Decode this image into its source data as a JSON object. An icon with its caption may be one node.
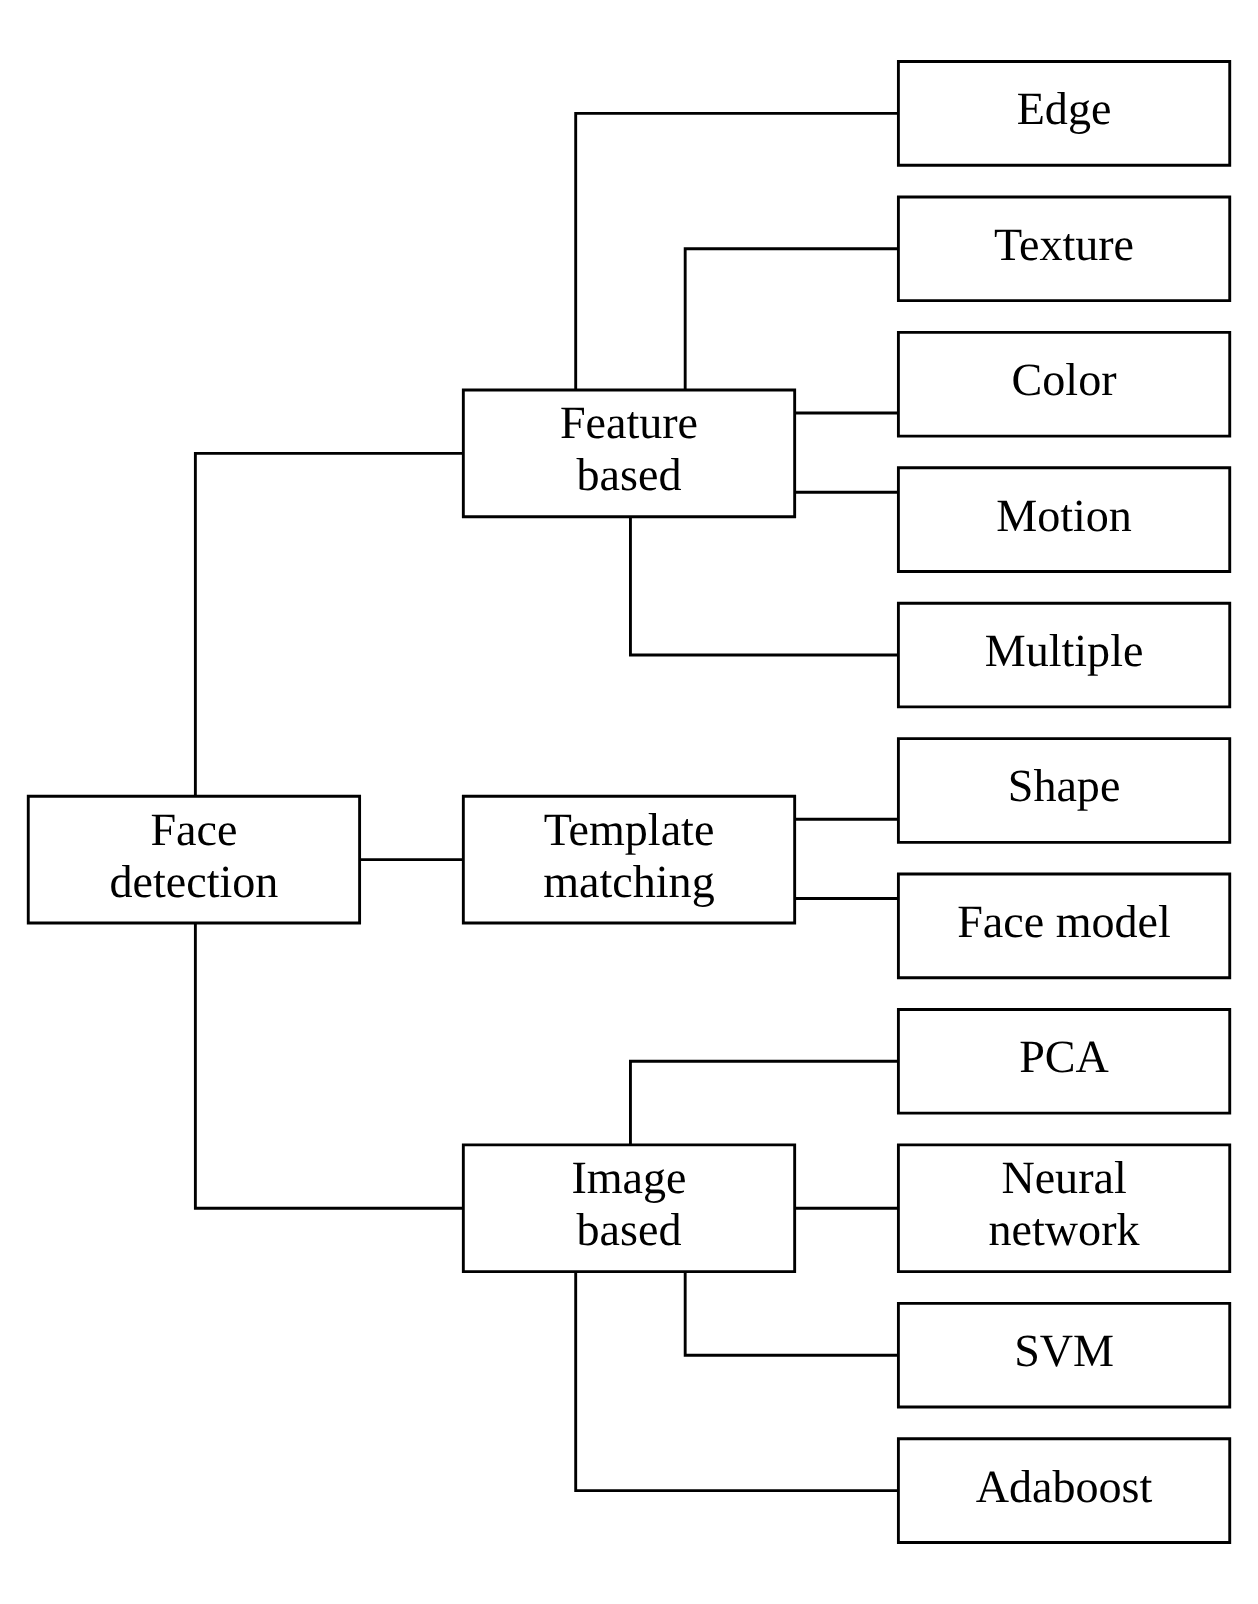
{
  "diagram": {
    "nodes": [
      {
        "text": [
          "Face detection"
        ]
      },
      {
        "text": [
          "Feature based"
        ]
      },
      {
        "text": [
          "Edge"
        ]
      },
      {
        "text": [
          "Texture"
        ]
      },
      {
        "text": [
          "Color"
        ]
      },
      {
        "text": [
          "Motion"
        ]
      },
      {
        "text": [
          "Multiple"
        ]
      },
      {
        "text": [
          "Template matching"
        ]
      },
      {
        "text": [
          "Shape"
        ]
      },
      {
        "text": [
          "Face model"
        ]
      },
      {
        "text": [
          "Image based"
        ]
      },
      {
        "text": [
          "PCA"
        ]
      },
      {
        "text": [
          "Neural network"
        ]
      },
      {
        "text": [
          "SVM"
        ]
      },
      {
        "text": [
          "Adaboost"
        ]
      }
    ],
    "edges": [
      {
        "from": 0,
        "to": 1,
        "arrow": "none"
      },
      {
        "from": 1,
        "to": 2,
        "arrow": "none"
      },
      {
        "from": 1,
        "to": 3,
        "arrow": "none"
      },
      {
        "from": 1,
        "to": 4,
        "arrow": "none"
      },
      {
        "from": 1,
        "to": 5,
        "arrow": "none"
      },
      {
        "from": 1,
        "to": 6,
        "arrow": "none"
      },
      {
        "from": 0,
        "to": 7,
        "arrow": "none"
      },
      {
        "from": 7,
        "to": 8,
        "arrow": "none"
      },
      {
        "from": 7,
        "to": 9,
        "arrow": "none"
      },
      {
        "from": 0,
        "to": 10,
        "arrow": "none"
      },
      {
        "from": 10,
        "to": 11,
        "arrow": "none"
      },
      {
        "from": 10,
        "to": 12,
        "arrow": "none"
      },
      {
        "from": 10,
        "to": 13,
        "arrow": "none"
      },
      {
        "from": 10,
        "to": 14,
        "arrow": "none"
      }
    ]
  }
}
